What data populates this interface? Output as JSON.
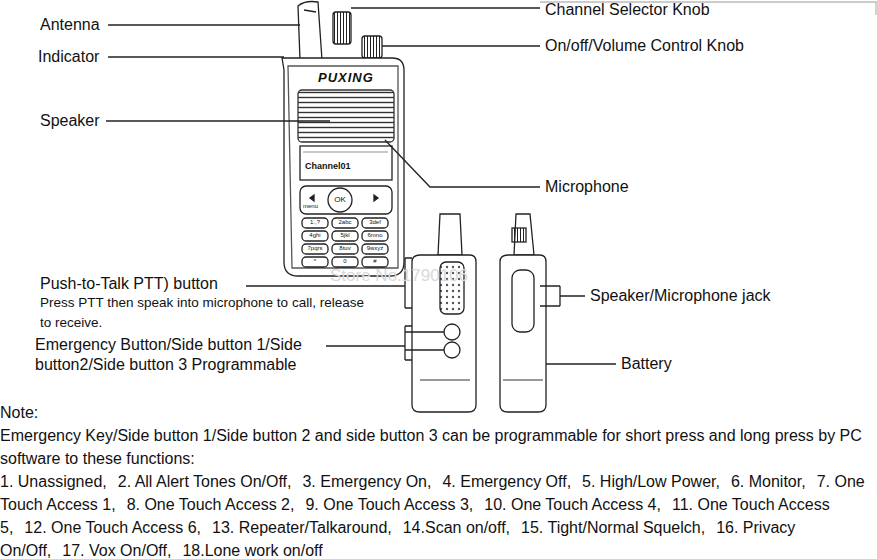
{
  "diagram": {
    "labels": [
      "Antenna",
      "Indicator",
      "Speaker",
      "Push-to-Talk PTT)  button",
      "Press PTT then speak into microphone to call, release to receive.",
      "Emergency Button/Side button 1/Side button2/Side button 3 Programmable",
      "Channel Selector Knob",
      "On/off/Volume Control Knob",
      "Microphone",
      "Speaker/Microphone jack",
      "Battery",
      "PUXING",
      "Channel01",
      "OK",
      "menu",
      "1.,?",
      "2abc",
      "3def",
      "4ghi",
      "5jkl",
      "6mno",
      "7pqrs",
      "8tuv",
      "9wxyz",
      "*",
      "0",
      "#",
      "Store No.1790106",
      "Note:",
      "Emergency Key/Side button 1/Side button 2 and side button 3 can be programmable for short press and long press by PC software to these functions:",
      "1. Unassigned,",
      "2. All Alert Tones On/Off,",
      "3. Emergency On,",
      "4. Emergency Off,",
      "5. High/Low Power,",
      "6. Monitor,",
      "7. One Touch Access 1,",
      "8. One Touch Access 2,",
      "9. One Touch Access 3,",
      "10. One Touch Access 4,",
      "11. One Touch Access 5,",
      "12. One Touch Access 6,",
      "13. Repeater/Talkaround,",
      "14.Scan on/off,",
      "15. Tight/Normal Squelch,",
      "16. Privacy On/Off,",
      "17. Vox On/Off,",
      "18.Lone work on/off"
    ]
  }
}
